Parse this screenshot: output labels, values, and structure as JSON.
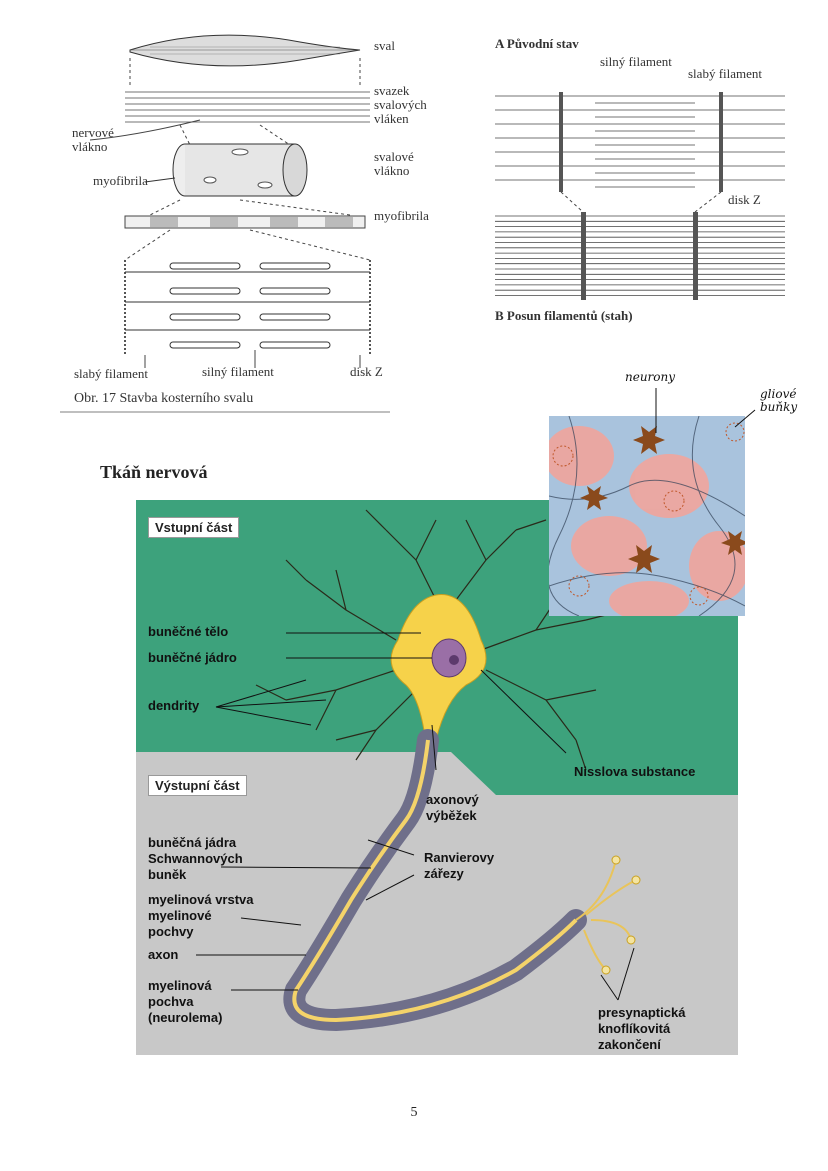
{
  "muscle_figure": {
    "labels": {
      "sval": "sval",
      "svazek": "svazek\nsvalových\nvláken",
      "nervove": "nervové\nvlákno",
      "svalove": "svalové\nvlákno",
      "myofibrila_left": "myofibrila",
      "myofibrila_right": "myofibrila",
      "slaby": "slabý filament",
      "silny": "silný filament",
      "diskz": "disk Z"
    },
    "caption": "Obr. 17 Stavba kosterního svalu"
  },
  "filament_figure": {
    "title_a": "A Původní stav",
    "silny": "silný filament",
    "slaby": "slabý filament",
    "diskz": "disk Z",
    "title_b": "B Posun filamentů (stah)"
  },
  "section_heading": "Tkáň nervová",
  "micrograph": {
    "note_neurons": "neurony",
    "note_glia": "gliové\nbuňky"
  },
  "neuron_diagram": {
    "input_part": "Vstupní část",
    "output_part": "Výstupní část",
    "labels": {
      "cell_body": "buněčné tělo",
      "nucleus": "buněčné jádro",
      "dendrites": "dendrity",
      "nissl": "Nisslova substance",
      "axon_hillock": "axonový\nvýběžek",
      "schwann_nuclei": "buněčná jádra\nSchwannových\nbuněk",
      "ranvier": "Ranvierovy\nzářezy",
      "myelin_layer": "myelinová vrstva\nmyelinové\npochvy",
      "axon": "axon",
      "myelin_sheath": "myelinová\npochva\n(neurolema)",
      "presynaptic": "presynaptická\nknoflíkovitá\nzakončení"
    }
  },
  "page_number": "5"
}
